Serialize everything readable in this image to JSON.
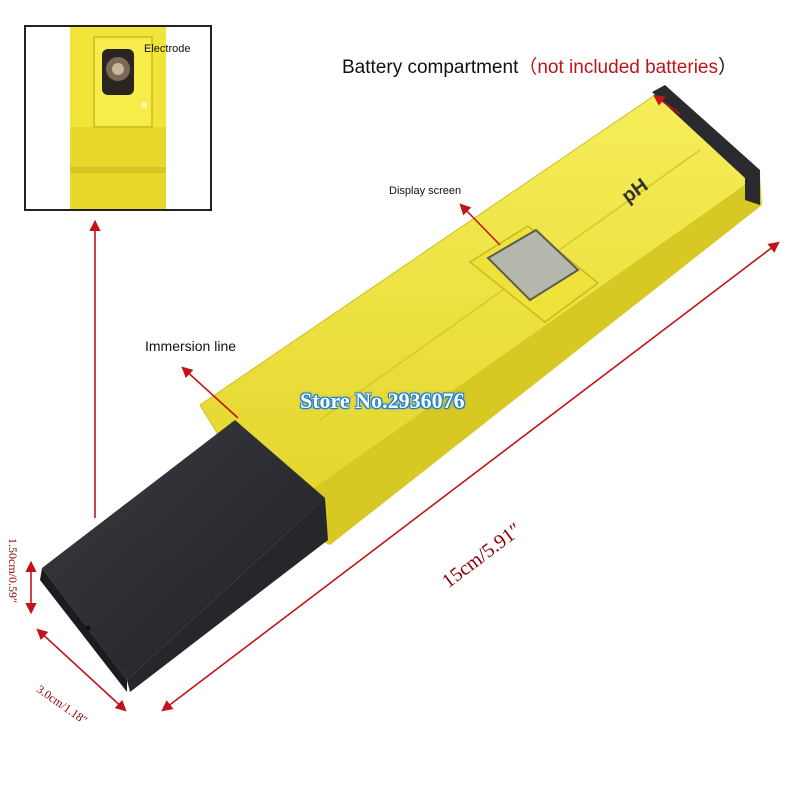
{
  "labels": {
    "electrode": "Electrode",
    "battery_compartment": "Battery compartment",
    "battery_paren_open": "（",
    "battery_note": "not included batteries",
    "battery_paren_close": "）",
    "display_screen": "Display screen",
    "immersion_line": "Immersion line",
    "ph_marking": "pH",
    "watermark": "Store No.2936076"
  },
  "dimensions": {
    "length": "15cm/5.91″",
    "height": "1.50cm/0.59″",
    "width": "3.0cm/1.18″"
  },
  "colors": {
    "body_yellow": "#f2e53a",
    "cap_dark": "#2e2f33",
    "arrow_red": "#c0141a",
    "battery_note_red": "#c0141a",
    "watermark_outline": "#1c7fd8"
  }
}
